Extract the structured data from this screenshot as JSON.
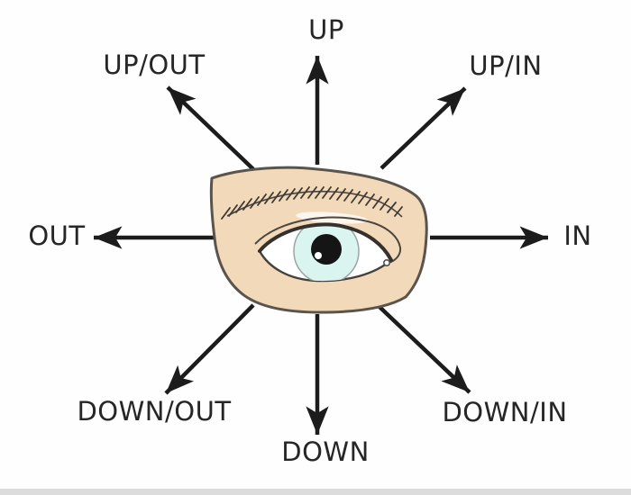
{
  "diagram": {
    "subject": "eye-movement-directions",
    "background_color": "#fefefe",
    "arrow_color": "#1c1c1c",
    "label_color": "#262626",
    "directions": [
      {
        "id": "up",
        "label": "UP"
      },
      {
        "id": "up-in",
        "label": "UP/IN"
      },
      {
        "id": "in",
        "label": "IN"
      },
      {
        "id": "down-in",
        "label": "DOWN/IN"
      },
      {
        "id": "down",
        "label": "DOWN"
      },
      {
        "id": "down-out",
        "label": "DOWN/OUT"
      },
      {
        "id": "out",
        "label": "OUT"
      },
      {
        "id": "up-out",
        "label": "UP/OUT"
      }
    ],
    "eye": {
      "skin_color": "#f2d9ba",
      "outline_color": "#5a544c",
      "iris_color": "#daf4f0",
      "pupil_color": "#151515",
      "sclera_color": "#ffffff"
    }
  }
}
